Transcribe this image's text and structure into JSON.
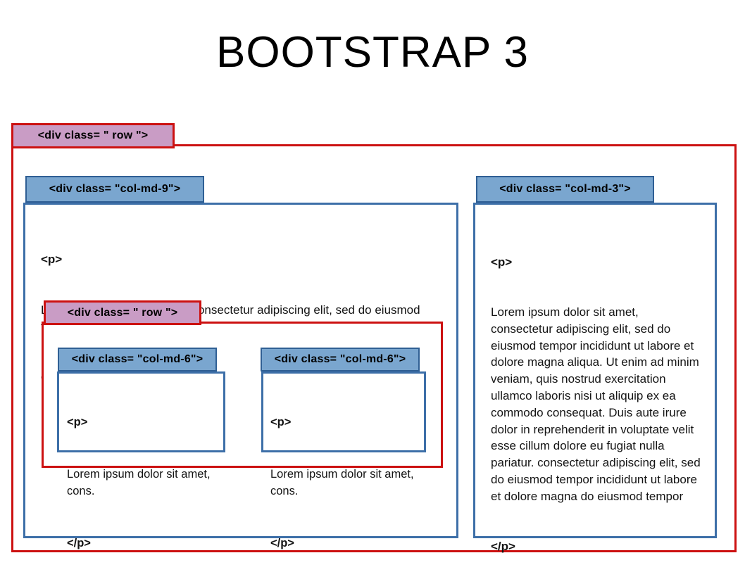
{
  "title": "BOOTSTRAP 3",
  "outer_row": {
    "label": "<div class= \" row \">"
  },
  "col_md_9": {
    "label": "<div class= \"col-md-9\">",
    "paragraph": {
      "open_tag": "<p>",
      "text": "Lorem ipsum dolor sit amet, consectetur adipiscing elit, sed do eiusmod tempor incididunt ut labore et dolore magna.",
      "close_tag": "</p>"
    },
    "nested_row": {
      "label": "<div class= \" row \">"
    },
    "nested_cols": [
      {
        "label": "<div class= \"col-md-6\">",
        "paragraph": {
          "open_tag": "<p>",
          "text": "Lorem ipsum dolor sit amet, cons.",
          "close_tag": "</p>"
        }
      },
      {
        "label": "<div class= \"col-md-6\">",
        "paragraph": {
          "open_tag": "<p>",
          "text": "Lorem ipsum dolor sit amet, cons.",
          "close_tag": "</p>"
        }
      }
    ]
  },
  "col_md_3": {
    "label": "<div class= \"col-md-3\">",
    "paragraph": {
      "open_tag": "<p>",
      "text": "Lorem ipsum dolor sit amet, consectetur adipiscing elit, sed do eiusmod tempor incididunt ut labore et dolore magna aliqua. Ut enim ad minim veniam, quis nostrud exercitation ullamco laboris nisi ut aliquip ex ea commodo consequat. Duis aute irure dolor in reprehenderit in voluptate velit esse cillum dolore eu fugiat nulla pariatur. consectetur adipiscing elit, sed do eiusmod tempor incididunt ut labore et dolore magna do eiusmod tempor",
      "close_tag": "</p>"
    }
  },
  "colors": {
    "row_fill": "#c99cc5",
    "row_border": "#cc1111",
    "col_fill": "#7aa6cf",
    "col_border": "#2f5f94",
    "container_border": "#3d6fa8",
    "text": "#141414",
    "background": "#ffffff"
  }
}
